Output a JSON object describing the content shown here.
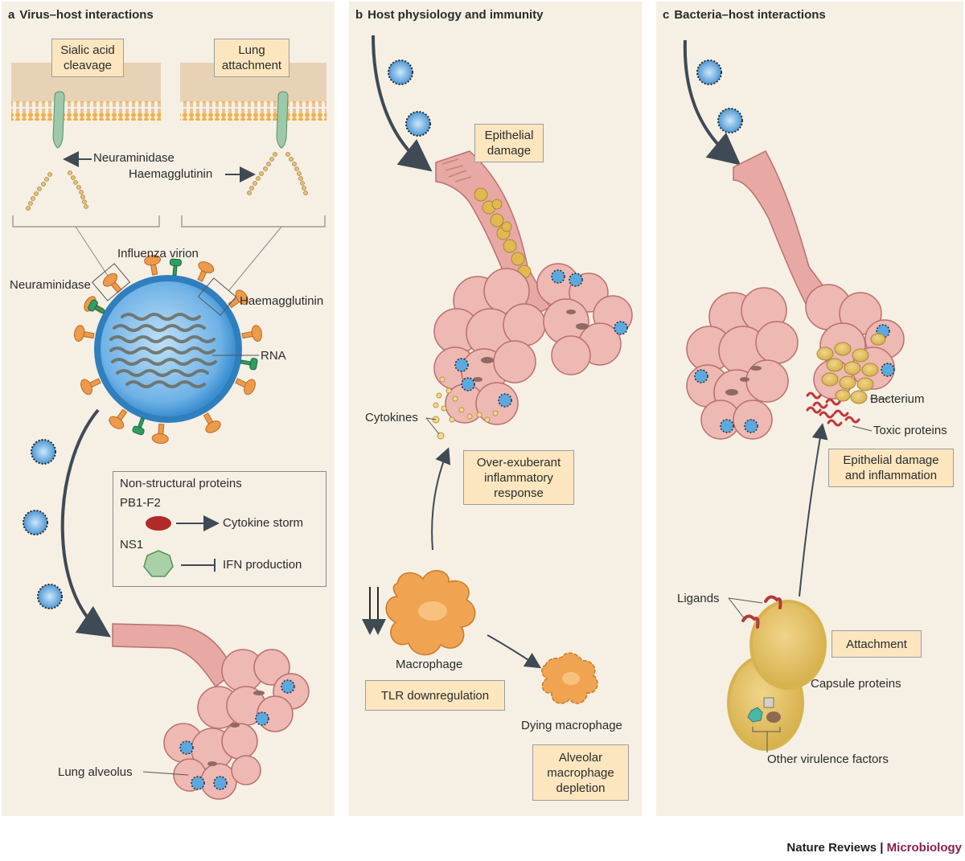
{
  "panels": {
    "a": {
      "letter": "a",
      "title": "Virus–host interactions"
    },
    "b": {
      "letter": "b",
      "title": "Host physiology and immunity"
    },
    "c": {
      "letter": "c",
      "title": "Bacteria–host interactions"
    }
  },
  "panel_a": {
    "box_sialic": [
      "Sialic acid",
      "cleavage"
    ],
    "box_lung": [
      "Lung",
      "attachment"
    ],
    "label_neuraminidase_top": "Neuraminidase",
    "label_haemagglutinin_top": "Haemagglutinin",
    "label_virion": "Influenza virion",
    "label_neuraminidase": "Neuraminidase",
    "label_haemagglutinin": "Haemagglutinin",
    "label_rna": "RNA",
    "ns_title": "Non-structural proteins",
    "ns_pb1": "PB1-F2",
    "ns_cytokine_storm": "Cytokine storm",
    "ns_ns1": "NS1",
    "ns_ifn": "IFN production",
    "label_lung_alveolus": "Lung alveolus"
  },
  "panel_b": {
    "box_epithelial": [
      "Epithelial",
      "damage"
    ],
    "label_cytokines": "Cytokines",
    "box_inflammatory": [
      "Over-exuberant",
      "inflammatory",
      "response"
    ],
    "label_macrophage": "Macrophage",
    "box_tlr": [
      "TLR downregulation"
    ],
    "label_dying": "Dying macrophage",
    "box_depletion": [
      "Alveolar",
      "macrophage",
      "depletion"
    ]
  },
  "panel_c": {
    "label_bacterium": "Bacterium",
    "label_toxic": "Toxic proteins",
    "box_epithelial_inflammation": [
      "Epithelial damage",
      "and inflammation"
    ],
    "label_ligands": "Ligands",
    "box_attachment": [
      "Attachment"
    ],
    "label_capsule": "Capsule proteins",
    "label_other": "Other virulence factors"
  },
  "footer": {
    "journal": "Nature Reviews",
    "separator": " | ",
    "subjournal": "Microbiology"
  },
  "colors": {
    "panel_bg": "#f6efe4",
    "box_fill": "#fbe6bf",
    "tissue_pink": "#e8a9a4",
    "tissue_dark": "#b9706d",
    "virion_blue": "#3d8fd1",
    "haemagglutinin_orange": "#ee9a4b",
    "neuraminidase_green": "#2f9e62",
    "bacterium_gold": "#d7b04c",
    "toxic_red": "#c0373a",
    "journal_accent": "#8a1f4d"
  }
}
